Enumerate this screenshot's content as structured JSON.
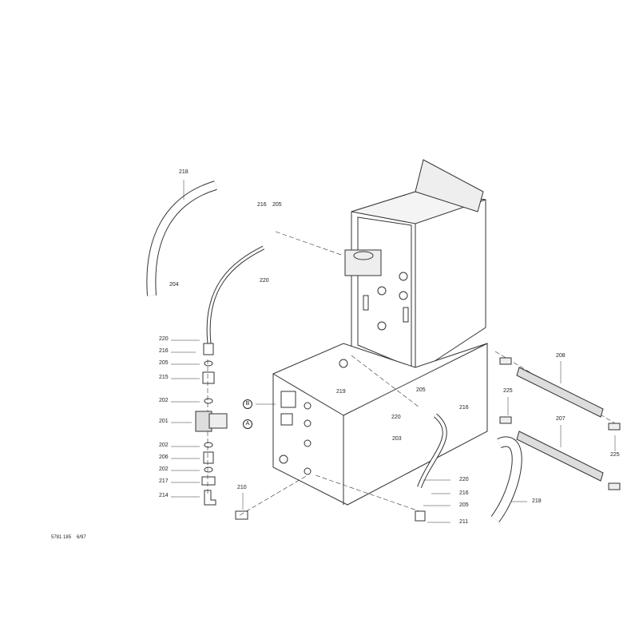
{
  "callouts": {
    "c218a": "218",
    "c216a": "216",
    "c205a": "205",
    "c204": "204",
    "c220a": "220",
    "c220b": "220",
    "c216b": "216",
    "c205b": "205",
    "c215": "215",
    "c202a": "202",
    "c201": "201",
    "c202b": "202",
    "c206": "206",
    "c202c": "202",
    "c217": "217",
    "c214": "214",
    "c210": "210",
    "c219": "219",
    "c205c": "205",
    "c220c": "220",
    "c216c": "216",
    "c203": "203",
    "c225a": "225",
    "c208": "208",
    "c207": "207",
    "c225b": "225",
    "c220d": "220",
    "c216d": "216",
    "c205d": "205",
    "c211": "211",
    "c218b": "218"
  },
  "markers": {
    "b": "B",
    "a": "A"
  },
  "footer": {
    "drawing_no": "5781 185",
    "date": "6/97"
  }
}
